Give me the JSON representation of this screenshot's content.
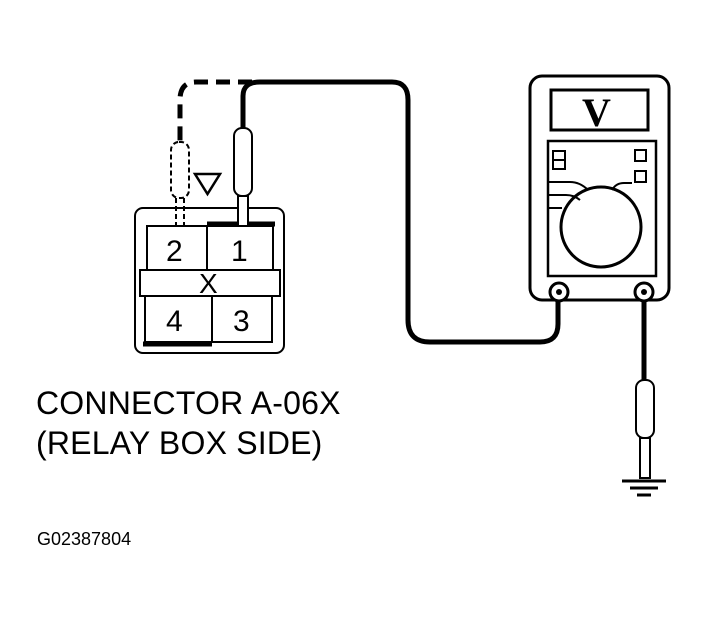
{
  "connector": {
    "pins": [
      {
        "number": "2"
      },
      {
        "number": "1"
      },
      {
        "number": "4"
      },
      {
        "number": "3"
      }
    ],
    "center_mark": "X"
  },
  "meter": {
    "unit": "V"
  },
  "caption": {
    "line1": "CONNECTOR A-06X",
    "line2": "(RELAY BOX SIDE)"
  },
  "figure_id": "G02387804",
  "icons": {
    "terminal_marker": "triangle-down-icon",
    "ground": "ground-symbol-icon"
  }
}
